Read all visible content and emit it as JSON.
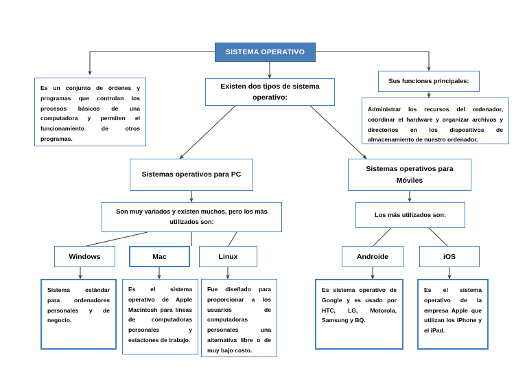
{
  "diagram": {
    "title": "SISTEMA OPERATIVO",
    "colors": {
      "title_fill": "#4a7ebb",
      "title_text": "#ffffff",
      "box_border": "#3f7fc1",
      "box_fill": "#ffffff",
      "connector": "#3f3f3f",
      "page_background": "#ffffff"
    },
    "nodes": {
      "root": "SISTEMA OPERATIVO",
      "definition": "Es un conjunto de órdenes y programas que controlan los procesos básicos de una computadora y permiten el funcionamiento de otros programas.",
      "two_types": "Existen dos tipos de sistema operativo:",
      "main_functions_header": "Sus funciones principales:",
      "main_functions_body": "Administrar los recursos del ordenador, coordinar el hardware y organizar archivos y directorios en los dispositivos de almacenamiento de nuestro ordenador.",
      "pc_category": "Sistemas operativos para PC",
      "mobile_category": "Sistemas operativos para Móviles",
      "pc_intro": "Son muy variados y existen muchos, pero los más utilizados son:",
      "mobile_intro": "Los más utilizados son:",
      "pc_items": [
        {
          "name": "Windows",
          "description": "Sistema estándar para ordenadores personales y de negocio."
        },
        {
          "name": "Mac",
          "description": "Es el sistema operativo de Apple Macintosh para líneas de computadoras personales y estaciones de trabajo."
        },
        {
          "name": "Linux",
          "description": "Fue diseñado para proporcionar a los usuarios de computadoras personales una alternativa libre o de muy bajo costo."
        }
      ],
      "mobile_items": [
        {
          "name": "Androide",
          "description": "Es sistema operativo de Google y es usado por HTC, LG, Motorola, Samsung y BQ."
        },
        {
          "name": "iOS",
          "description": "Es el sistema operativo de la empresa Apple que utilizan los iPhone y el iPad."
        }
      ]
    }
  }
}
